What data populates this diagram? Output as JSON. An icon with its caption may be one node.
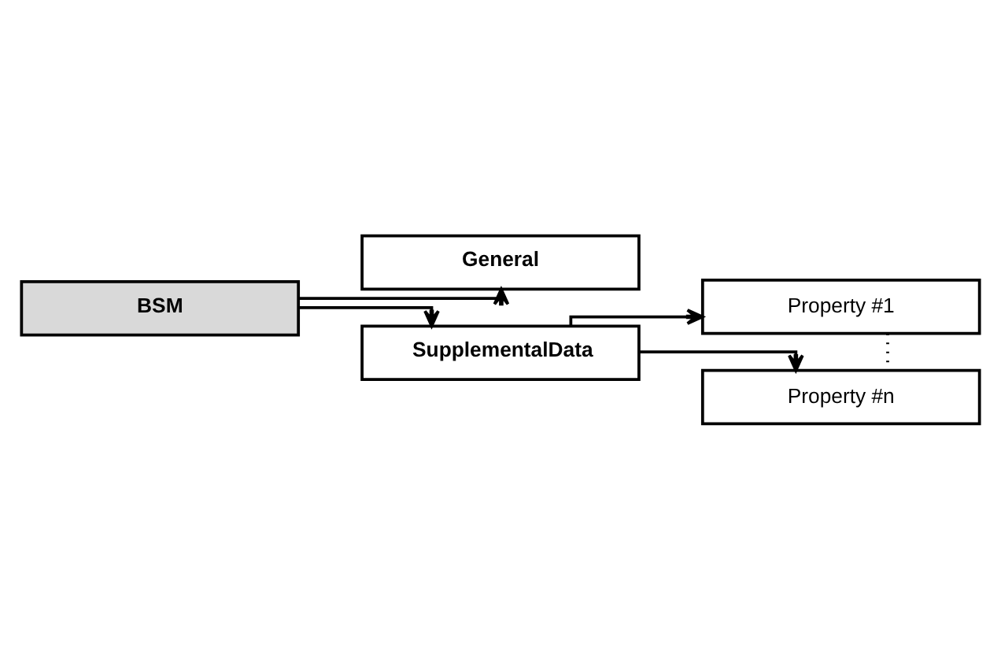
{
  "diagram": {
    "nodes": [
      {
        "text": [
          "BSM"
        ]
      },
      {
        "text": [
          "General"
        ]
      },
      {
        "text": [
          "SupplementalData"
        ]
      },
      {
        "text": [
          "Property #1"
        ]
      },
      {
        "text": [
          "Property #n"
        ]
      }
    ],
    "edges": [
      {
        "from": 0,
        "to": 1,
        "arrow": "to"
      },
      {
        "from": 0,
        "to": 2,
        "arrow": "to"
      },
      {
        "from": 2,
        "to": 3,
        "arrow": "to"
      },
      {
        "from": 2,
        "to": 4,
        "arrow": "to"
      },
      {
        "from": 3,
        "to": 4,
        "arrow": "none",
        "style": "dashed"
      }
    ]
  }
}
